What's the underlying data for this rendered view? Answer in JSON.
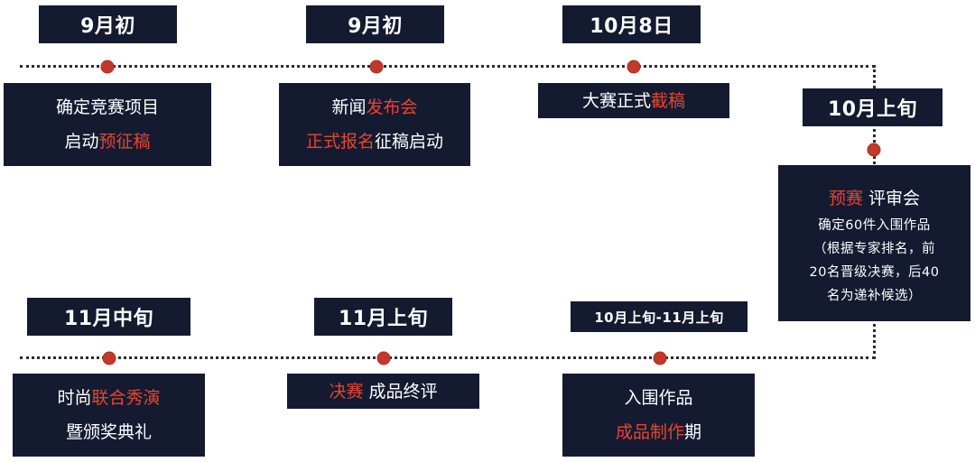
{
  "colors": {
    "box_bg": "#141b30",
    "accent_red": "#e8442f",
    "dot": "#c0392b",
    "line": "#2b2b2b"
  },
  "milestones": [
    {
      "date": "9月初",
      "lines": [
        [
          {
            "text": "确定竞赛项目"
          }
        ],
        [
          {
            "text": "启动"
          },
          {
            "text": "预征稿",
            "red": true
          }
        ]
      ]
    },
    {
      "date": "9月初",
      "lines": [
        [
          {
            "text": "新闻"
          },
          {
            "text": "发布会",
            "red": true
          }
        ],
        [
          {
            "text": "正式报名",
            "red": true
          },
          {
            "text": "征稿启动"
          }
        ]
      ]
    },
    {
      "date": "10月8日",
      "lines": [
        [
          {
            "text": "大赛正式"
          },
          {
            "text": "截稿",
            "red": true
          }
        ]
      ]
    },
    {
      "date": "10月上旬",
      "lines": [
        [
          {
            "text": "预赛",
            "red": true
          },
          {
            "text": " 评审会"
          }
        ]
      ],
      "details": [
        "确定60件入围作品",
        "（根据专家排名，前",
        "20名晋级决赛，后40",
        "名为递补候选）"
      ]
    },
    {
      "date": "10月上旬-11月上旬",
      "lines": [
        [
          {
            "text": "入围作品"
          }
        ],
        [
          {
            "text": "成品制作",
            "red": true
          },
          {
            "text": "期"
          }
        ]
      ]
    },
    {
      "date": "11月上旬",
      "lines": [
        [
          {
            "text": "决赛",
            "red": true
          },
          {
            "text": " 成品终评"
          }
        ]
      ]
    },
    {
      "date": "11月中旬",
      "lines": [
        [
          {
            "text": "时尚"
          },
          {
            "text": "联合秀演",
            "red": true
          }
        ],
        [
          {
            "text": "暨颁奖典礼"
          }
        ]
      ]
    }
  ]
}
